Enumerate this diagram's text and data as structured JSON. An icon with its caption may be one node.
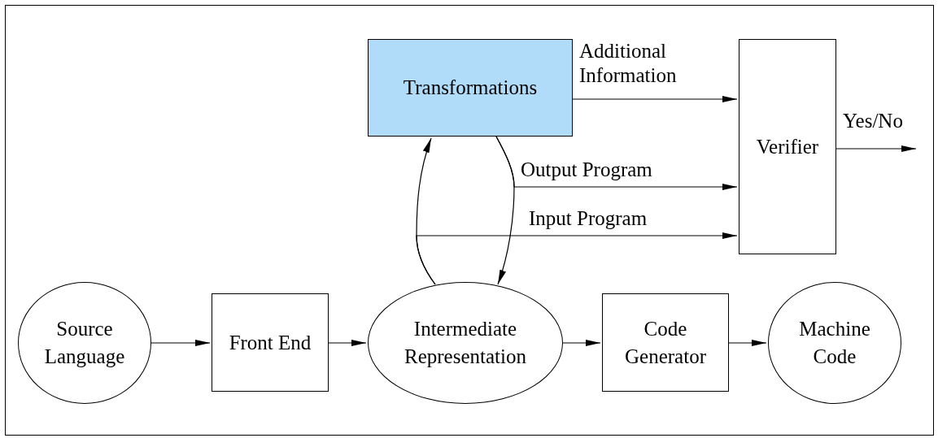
{
  "diagram": {
    "nodes": [
      {
        "text": [
          "Source Language"
        ]
      },
      {
        "text": [
          "Front End"
        ]
      },
      {
        "text": [
          "Intermediate Representation"
        ]
      },
      {
        "text": [
          "Code Generator"
        ]
      },
      {
        "text": [
          "Machine Code"
        ]
      },
      {
        "text": [
          "Transformations"
        ]
      },
      {
        "text": [
          "Verifier"
        ]
      }
    ],
    "edges": [
      {
        "from": 0,
        "to": 1,
        "arrow": "to"
      },
      {
        "from": 1,
        "to": 2,
        "arrow": "to"
      },
      {
        "from": 2,
        "to": 3,
        "arrow": "to"
      },
      {
        "from": 3,
        "to": 4,
        "arrow": "to"
      },
      {
        "from": 2,
        "to": 5,
        "arrow": "to"
      },
      {
        "from": 5,
        "to": 2,
        "arrow": "to"
      },
      {
        "from": 5,
        "to": 6,
        "arrow": "to",
        "label": "Additional Information"
      },
      {
        "from": 5,
        "to": 6,
        "arrow": "to",
        "label": "Output Program"
      },
      {
        "from": 2,
        "to": 6,
        "arrow": "to",
        "label": "Input Program"
      },
      {
        "from": 6,
        "to": null,
        "arrow": "to",
        "label": "Yes/No"
      }
    ]
  }
}
